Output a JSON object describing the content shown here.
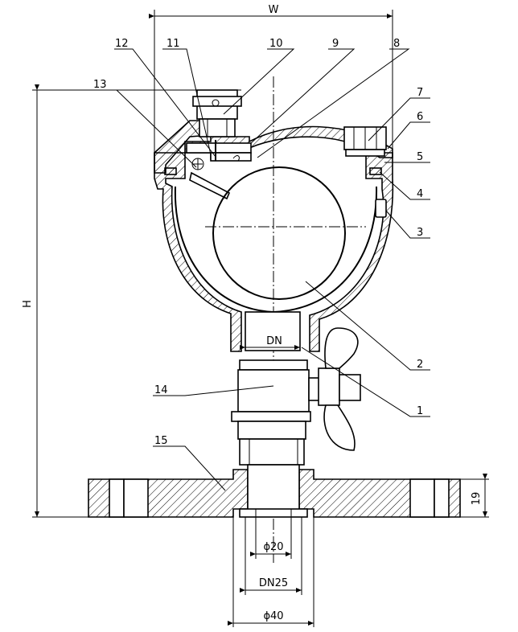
{
  "dimensions": {
    "width": "W",
    "height": "H",
    "dn": "DN",
    "flange_thickness": "19",
    "bore_small": "ϕ20",
    "bore_dn": "DN25",
    "bore_large": "ϕ40"
  },
  "callouts": [
    "1",
    "2",
    "3",
    "4",
    "5",
    "6",
    "7",
    "8",
    "9",
    "10",
    "11",
    "12",
    "13",
    "14",
    "15"
  ]
}
